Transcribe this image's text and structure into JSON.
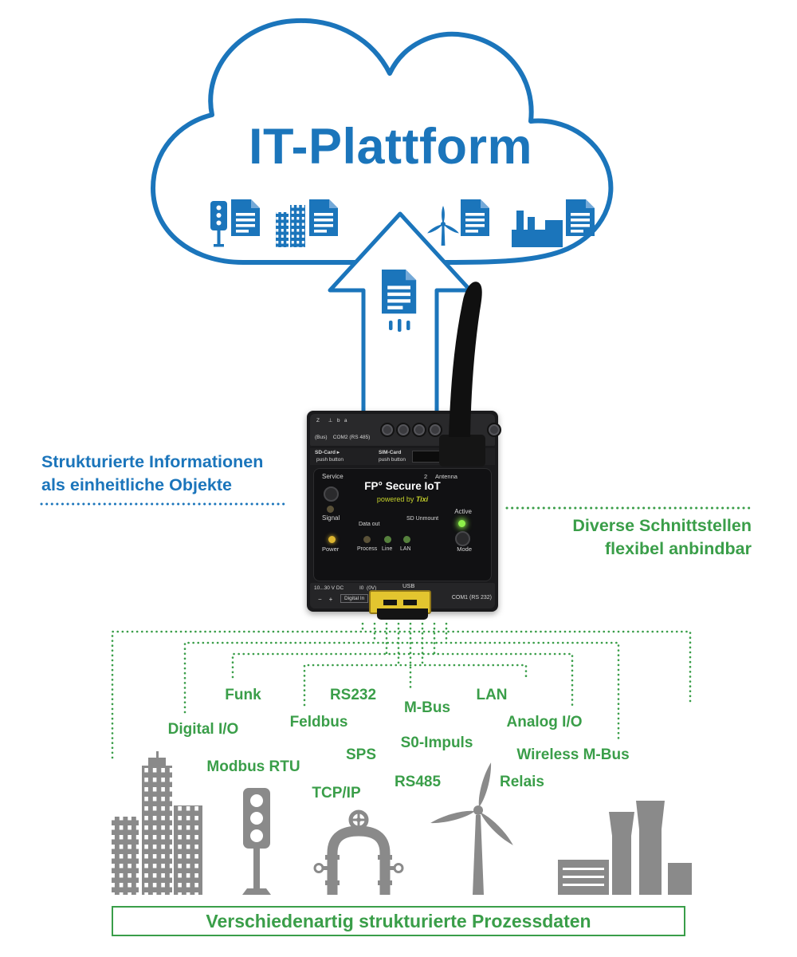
{
  "title": "IT-Plattform",
  "notes": {
    "left1": "Strukturierte Informationen",
    "left2": "als einheitliche Objekte",
    "right1": "Diverse Schnittstellen",
    "right2": "flexibel anbindbar"
  },
  "interfaces": [
    "Funk",
    "RS232",
    "M-Bus",
    "LAN",
    "Digital I/O",
    "Feldbus",
    "Analog I/O",
    "Modbus RTU",
    "SPS",
    "S0-Impuls",
    "Wireless M-Bus",
    "RS485",
    "Relais",
    "TCP/IP"
  ],
  "banner": "Verschiedenartig strukturierte Prozessdaten",
  "device": {
    "pins": "Z      ⊥   b   a",
    "com2": "(Bus)    COM2 (RS 485)",
    "sd_card": "SD-Card ▸",
    "sim_card": "SIM-Card",
    "push_button": "push button",
    "service": "Service",
    "antenna_num": "2",
    "antenna_label": "Antenna",
    "brand_fp": "FP° ",
    "brand_name": "Secure IoT",
    "powered_prefix": "powered by ",
    "powered_tixi": "Tixi",
    "signal": "Signal",
    "active": "Active",
    "data_out": "Data out",
    "sd_unmount": "SD Unmount",
    "power": "Power",
    "process": "Process",
    "line": "Line",
    "lan": "LAN",
    "mode": "Mode",
    "supply": "10...30 V DC",
    "io": "I0  (0V)",
    "polarity": "−    +",
    "digital_in": "Digital In",
    "usb": "USB",
    "com1": "COM1 (RS 232)"
  },
  "icons": {
    "cloud_row": [
      "traffic-light",
      "city-buildings",
      "wind-turbine",
      "factory"
    ],
    "arrow_doc": "document",
    "bottom_row": [
      "city-buildings",
      "traffic-light",
      "pipeline-valves",
      "wind-turbine",
      "factory"
    ]
  },
  "colors": {
    "blue": "#1b75bb",
    "green": "#3a9e49",
    "gray": "#8a8a8a",
    "device_black": "#1a1a1c",
    "usb_yellow": "#e3c52f",
    "tixi_green": "#c6d22b"
  }
}
